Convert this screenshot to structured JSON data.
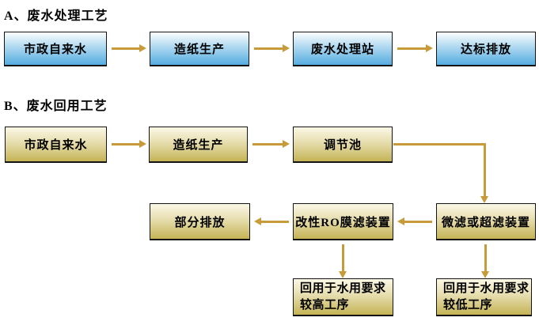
{
  "colors": {
    "arrow": "#c89b3a",
    "border": "#141414",
    "text": "#000000",
    "blue_top": "#fdfeff",
    "blue_mid": "#aed8f0",
    "blue_bottom": "#55ade0",
    "tan_top": "#fbf8e6",
    "tan_mid": "#e6ddae",
    "tan_bottom": "#c4b455",
    "bg": "#ffffff"
  },
  "section_a": {
    "title": "A、废水处理工艺",
    "nodes": {
      "tap_water": "市政自来水",
      "paper_production": "造纸生产",
      "wastewater_station": "废水处理站",
      "compliant_discharge": "达标排放"
    }
  },
  "section_b": {
    "title": "B、废水回用工艺",
    "nodes": {
      "tap_water": "市政自来水",
      "paper_production": "造纸生产",
      "regulating_tank": "调节池",
      "partial_discharge": "部分排放",
      "modified_ro_membrane": "改性RO膜滤装置",
      "micro_or_ultra_filtration": "微滤或超滤装置",
      "reuse_high": {
        "line1": "回用于水用要求",
        "line2": "较高工序"
      },
      "reuse_low": {
        "line1": "回用于水用要求",
        "line2": "较低工序"
      }
    }
  }
}
